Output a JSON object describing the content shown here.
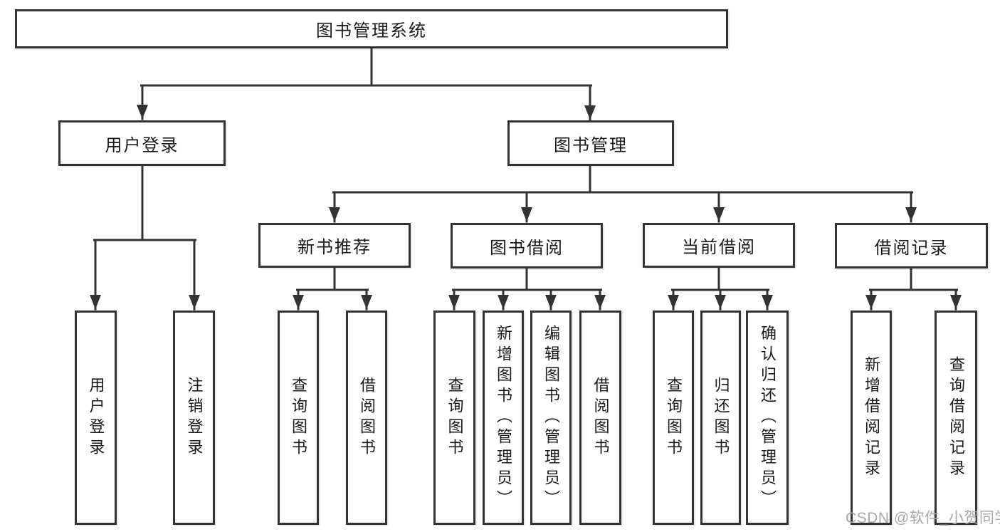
{
  "diagram": {
    "root": "图书管理系统",
    "branches": [
      {
        "label": "用户登录",
        "children": [
          "用户登录",
          "注销登录"
        ]
      },
      {
        "label": "图书管理",
        "sections": [
          {
            "label": "新书推荐",
            "children": [
              "查询图书",
              "借阅图书"
            ]
          },
          {
            "label": "图书借阅",
            "children": [
              "查询图书",
              "新增图书（管理员）",
              "编辑图书（管理员）",
              "借阅图书"
            ]
          },
          {
            "label": "当前借阅",
            "children": [
              "查询图书",
              "归还图书",
              "确认归还（管理员）"
            ]
          },
          {
            "label": "借阅记录",
            "children": [
              "新增借阅记录",
              "查询借阅记录"
            ]
          }
        ]
      }
    ]
  },
  "watermark": "CSDN @软件_小贺同学",
  "colors": {
    "line": "#333333",
    "text": "#1a1a1a",
    "watermark": "#a9a9a9",
    "background": "#ffffff"
  }
}
